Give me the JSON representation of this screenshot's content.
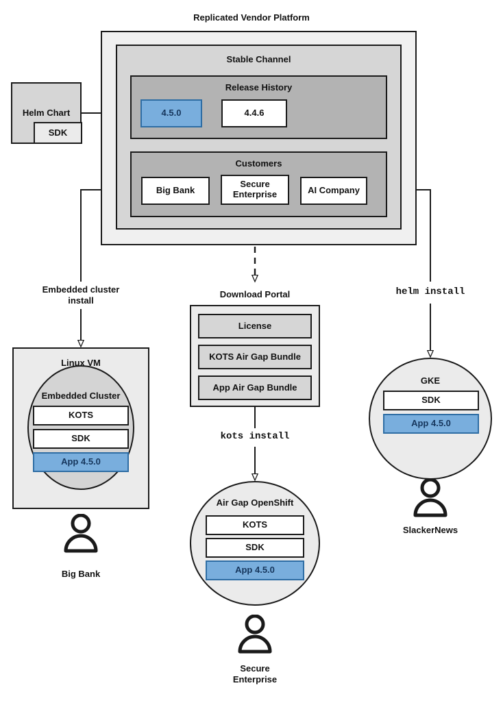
{
  "diagram": {
    "title": "Replicated Vendor Platform",
    "platform": {
      "stable_channel": {
        "label": "Stable Channel",
        "release_history": {
          "label": "Release History",
          "releases": [
            {
              "version": "4.5.0",
              "highlighted": true
            },
            {
              "version": "4.4.6",
              "highlighted": false
            }
          ]
        },
        "customers": {
          "label": "Customers",
          "items": [
            {
              "name": "Big Bank"
            },
            {
              "name": "Secure\nEnterprise"
            },
            {
              "name": "AI Company"
            }
          ]
        }
      }
    },
    "helm_chart": {
      "label": "Helm Chart",
      "sdk_label": "SDK"
    },
    "edges": [
      {
        "label": "Embedded cluster\ninstall",
        "style": "solid"
      },
      {
        "label": "kots install",
        "style": "solid",
        "mono": true
      },
      {
        "label": "helm install",
        "style": "solid",
        "mono": true
      }
    ],
    "download_portal": {
      "label": "Download Portal",
      "items": [
        {
          "name": "License"
        },
        {
          "name": "KOTS Air Gap Bundle"
        },
        {
          "name": "App Air Gap Bundle"
        }
      ]
    },
    "targets": [
      {
        "id": "linux-vm",
        "label": "Linux VM",
        "inner_label": "Embedded Cluster",
        "components": [
          {
            "name": "KOTS",
            "highlighted": false
          },
          {
            "name": "SDK",
            "highlighted": false
          },
          {
            "name": "App 4.5.0",
            "highlighted": true
          }
        ],
        "actor": "Big Bank"
      },
      {
        "id": "air-gap-openshift",
        "label": "Air Gap OpenShift",
        "components": [
          {
            "name": "KOTS",
            "highlighted": false
          },
          {
            "name": "SDK",
            "highlighted": false
          },
          {
            "name": "App 4.5.0",
            "highlighted": true
          }
        ],
        "actor": "Secure\nEnterprise"
      },
      {
        "id": "gke",
        "label": "GKE",
        "components": [
          {
            "name": "SDK",
            "highlighted": false
          },
          {
            "name": "App 4.5.0",
            "highlighted": true
          }
        ],
        "actor": "SlackerNews"
      }
    ],
    "labels": {
      "embedded_cluster_install_line1": "Embedded cluster",
      "embedded_cluster_install_line2": "install",
      "kots_install": "kots install",
      "helm_install": "helm install",
      "secure_enterprise_line1": "Secure",
      "secure_enterprise_line2": "Enterprise"
    },
    "colors": {
      "accent_blue_fill": "#79aedd",
      "accent_blue_border": "#2e6da4",
      "accent_blue_text": "#16365c",
      "stroke": "#1a1a1a",
      "shade_outer": "#f0f0f0",
      "shade_mid": "#d6d6d6",
      "shade_inner": "#b3b3b3",
      "shade_light": "#ebebeb",
      "shade_circle": "#d4d4d4"
    }
  }
}
